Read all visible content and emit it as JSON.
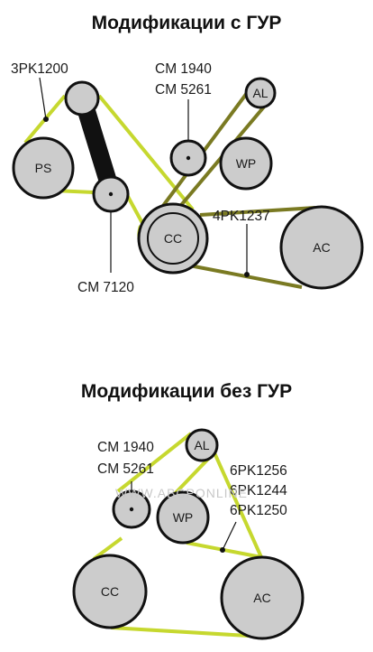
{
  "colors": {
    "belt_green": "#c6d82f",
    "belt_olive": "#7a7a22",
    "belt_black": "#111111",
    "pulley_fill": "#cccccc",
    "pulley_stroke": "#111111"
  },
  "diagram_top": {
    "title": "Модификации с ГУР",
    "pulleys": {
      "ps": "PS",
      "cc": "CC",
      "al": "AL",
      "wp": "WP",
      "ac": "AC"
    },
    "labels": {
      "belt_3pk": "3PK1200",
      "idler_line1": "CM 1940",
      "idler_line2": "CM 5261",
      "tensioner": "CM 7120",
      "belt_4pk": "4PK1237"
    }
  },
  "diagram_bottom": {
    "title": "Модификации без ГУР",
    "pulleys": {
      "al": "AL",
      "wp": "WP",
      "cc": "CC",
      "ac": "AC"
    },
    "labels": {
      "idler_line1": "CM 1940",
      "idler_line2": "CM 5261",
      "belt_line1": "6PK1256",
      "belt_line2": "6PK1244",
      "belt_line3": "6PK1250"
    },
    "watermark": "WWW.ABCPONLINE"
  }
}
